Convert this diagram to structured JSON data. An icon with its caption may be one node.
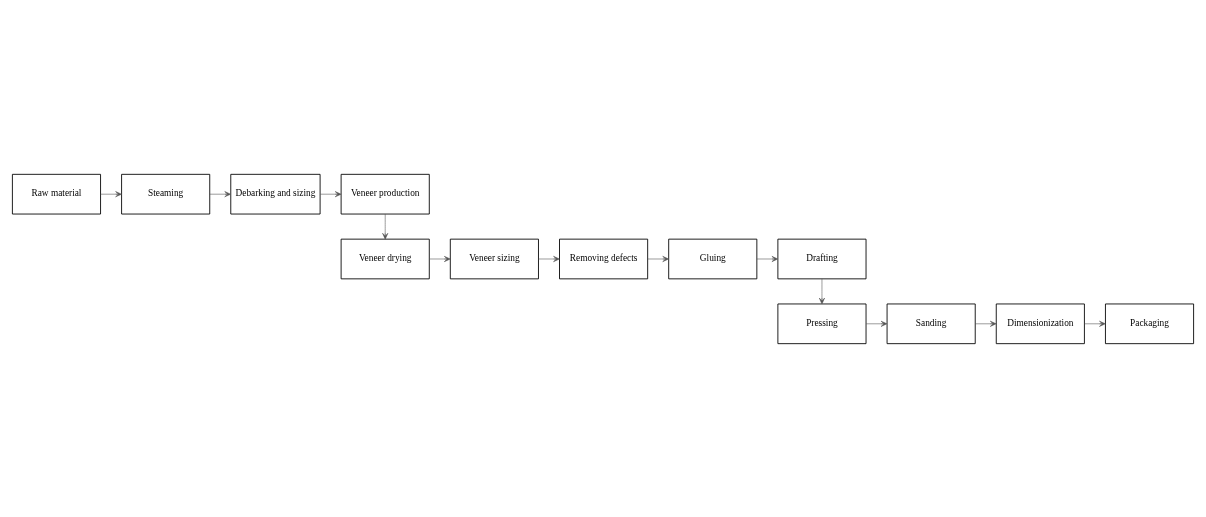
{
  "diagram": {
    "nodes": [
      {
        "text": [
          "Raw material"
        ]
      },
      {
        "text": [
          "Steaming"
        ]
      },
      {
        "text": [
          "Debarking and sizing"
        ]
      },
      {
        "text": [
          "Veneer production"
        ]
      },
      {
        "text": [
          "Veneer drying"
        ]
      },
      {
        "text": [
          "Veneer sizing"
        ]
      },
      {
        "text": [
          "Removing defects"
        ]
      },
      {
        "text": [
          "Gluing"
        ]
      },
      {
        "text": [
          "Drafting"
        ]
      },
      {
        "text": [
          "Pressing"
        ]
      },
      {
        "text": [
          "Sanding"
        ]
      },
      {
        "text": [
          "Dimensionization"
        ]
      },
      {
        "text": [
          "Packaging"
        ]
      }
    ],
    "edges": [
      {
        "from": 0,
        "to": 1,
        "arrow": "to"
      },
      {
        "from": 1,
        "to": 2,
        "arrow": "to"
      },
      {
        "from": 2,
        "to": 3,
        "arrow": "to"
      },
      {
        "from": 3,
        "to": 4,
        "arrow": "to"
      },
      {
        "from": 4,
        "to": 5,
        "arrow": "to"
      },
      {
        "from": 5,
        "to": 6,
        "arrow": "to"
      },
      {
        "from": 6,
        "to": 7,
        "arrow": "to"
      },
      {
        "from": 7,
        "to": 8,
        "arrow": "to"
      },
      {
        "from": 8,
        "to": 9,
        "arrow": "to"
      },
      {
        "from": 9,
        "to": 10,
        "arrow": "to"
      },
      {
        "from": 10,
        "to": 11,
        "arrow": "to"
      },
      {
        "from": 11,
        "to": 12,
        "arrow": "to"
      }
    ]
  }
}
